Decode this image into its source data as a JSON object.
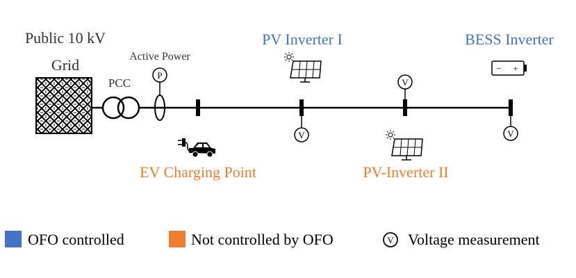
{
  "labels": {
    "grid_line1": "Public 10 kV",
    "grid_line2": "Grid",
    "pcc": "PCC",
    "active_power": "Active Power",
    "pv_inverter_1": "PV Inverter I",
    "bess_inverter": "BESS Inverter",
    "ev_charging_point": "EV Charging Point",
    "pv_inverter_2": "PV-Inverter II",
    "power_meter_symbol": "P",
    "voltage_meter_symbol": "V",
    "battery_minus": "−",
    "battery_plus": "+"
  },
  "legend": {
    "ofo_controlled": "OFO controlled",
    "not_controlled": "Not controlled by OFO",
    "voltage_measurement": "Voltage measurement",
    "voltage_symbol": "V"
  },
  "colors": {
    "controlled": "#4472c4",
    "not_controlled": "#ed7d31",
    "text_dark": "#333333",
    "line": "#000000"
  },
  "icons": {
    "grid": "crosshatch-grid-icon",
    "transformer": "transformer-icon",
    "current_transformer": "current-transformer-icon",
    "solar_panel": "solar-panel-icon",
    "battery": "battery-icon",
    "ev": "electric-car-icon"
  }
}
